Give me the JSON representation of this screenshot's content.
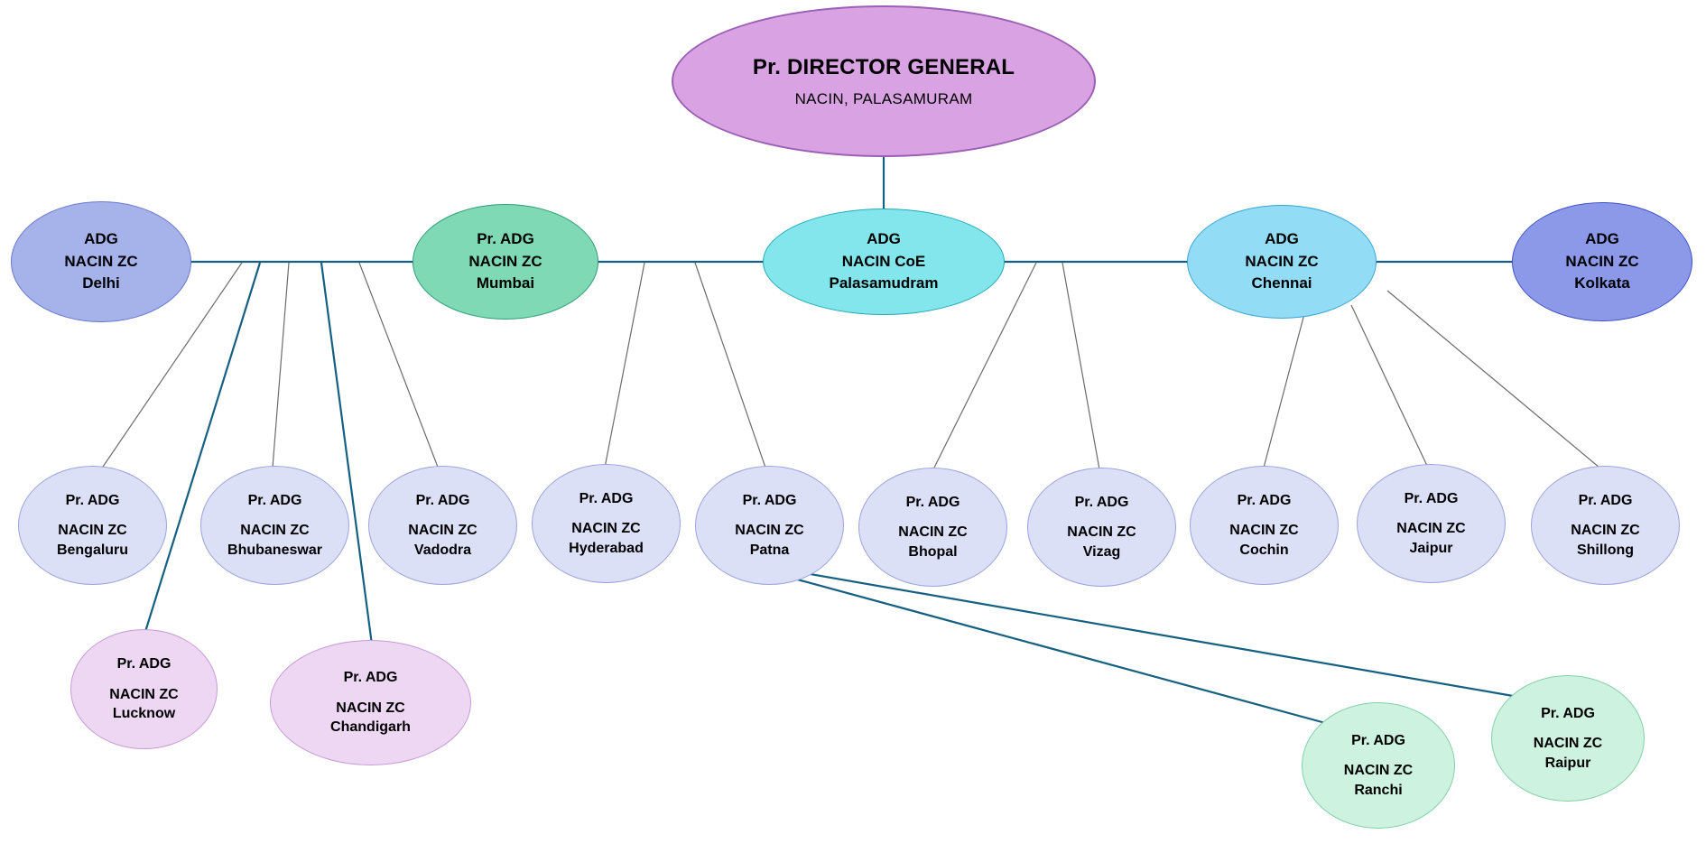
{
  "org_chart": {
    "root": {
      "line1": "Pr. DIRECTOR GENERAL",
      "line2": "NACIN, PALASAMURAM"
    },
    "level2": [
      {
        "name": "delhi",
        "line1": "ADG",
        "line2": "NACIN ZC",
        "line3": "Delhi"
      },
      {
        "name": "mumbai",
        "line1": "Pr. ADG",
        "line2": "NACIN ZC",
        "line3": "Mumbai"
      },
      {
        "name": "palasamudram",
        "line1": "ADG",
        "line2": "NACIN CoE",
        "line3": "Palasamudram"
      },
      {
        "name": "chennai",
        "line1": "ADG",
        "line2": "NACIN ZC",
        "line3": "Chennai"
      },
      {
        "name": "kolkata",
        "line1": "ADG",
        "line2": "NACIN ZC",
        "line3": "Kolkata"
      }
    ],
    "level3": [
      {
        "name": "bengaluru",
        "line1": "Pr. ADG",
        "line2": "NACIN ZC",
        "line3": "Bengaluru"
      },
      {
        "name": "bhubaneswar",
        "line1": "Pr. ADG",
        "line2": "NACIN ZC",
        "line3": "Bhubaneswar"
      },
      {
        "name": "vadodra",
        "line1": "Pr. ADG",
        "line2": "NACIN ZC",
        "line3": "Vadodra"
      },
      {
        "name": "hyderabad",
        "line1": "Pr. ADG",
        "line2": "NACIN ZC",
        "line3": "Hyderabad"
      },
      {
        "name": "patna",
        "line1": "Pr. ADG",
        "line2": "NACIN ZC",
        "line3": "Patna"
      },
      {
        "name": "bhopal",
        "line1": "Pr. ADG",
        "line2": "NACIN ZC",
        "line3": "Bhopal"
      },
      {
        "name": "vizag",
        "line1": "Pr. ADG",
        "line2": "NACIN ZC",
        "line3": "Vizag"
      },
      {
        "name": "cochin",
        "line1": "Pr. ADG",
        "line2": "NACIN ZC",
        "line3": "Cochin"
      },
      {
        "name": "jaipur",
        "line1": "Pr. ADG",
        "line2": "NACIN ZC",
        "line3": "Jaipur"
      },
      {
        "name": "shillong",
        "line1": "Pr. ADG",
        "line2": "NACIN ZC",
        "line3": "Shillong"
      }
    ],
    "level4": [
      {
        "name": "lucknow",
        "line1": "Pr. ADG",
        "line2": "NACIN ZC",
        "line3": "Lucknow"
      },
      {
        "name": "chandigarh",
        "line1": "Pr. ADG",
        "line2": "NACIN ZC",
        "line3": "Chandigarh"
      },
      {
        "name": "ranchi",
        "line1": "Pr. ADG",
        "line2": "NACIN ZC",
        "line3": "Ranchi"
      },
      {
        "name": "raipur",
        "line1": "Pr. ADG",
        "line2": "NACIN ZC",
        "line3": "Raipur"
      }
    ],
    "colors": {
      "root_fill": "#D9A3E3",
      "delhi_fill": "#A6B2EA",
      "mumbai_fill": "#7FD9B4",
      "palasamudram_fill": "#82E6EC",
      "chennai_fill": "#93DCF5",
      "kolkata_fill": "#8C99E8",
      "level3_fill": "#DCE0F7",
      "lucknow_chandigarh_fill": "#EDD7F3",
      "ranchi_raipur_fill": "#CDF2DF",
      "connector_primary": "#156082",
      "connector_secondary": "#6B6B6B",
      "background": "#FFFFFF"
    }
  }
}
